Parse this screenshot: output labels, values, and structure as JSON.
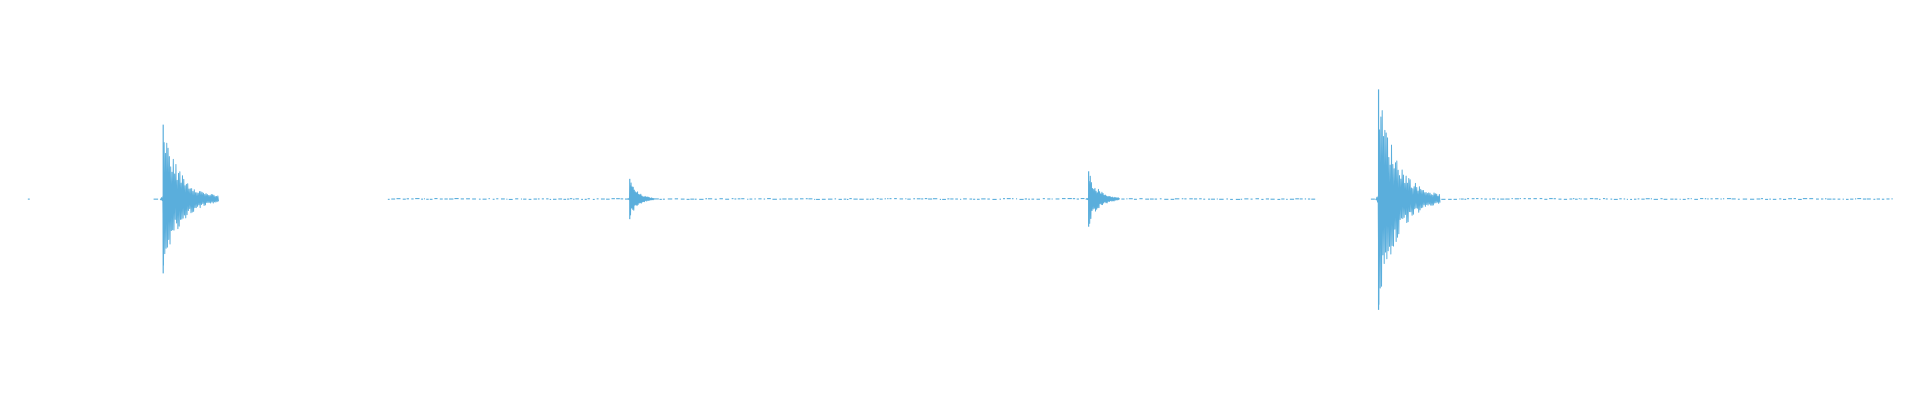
{
  "chart_data": {
    "type": "line",
    "title": "",
    "xlabel": "",
    "ylabel": "",
    "color": "#5aaedc",
    "grid": false,
    "axes_visible": false,
    "legend": "none",
    "x_range": [
      0,
      1.0
    ],
    "y_range": [
      -1.0,
      1.0
    ],
    "baseline_segments": [
      [
        0.0145,
        0.0155
      ],
      [
        0.08,
        0.109
      ],
      [
        0.202,
        0.685
      ],
      [
        0.714,
        0.986
      ]
    ],
    "segment_style": "dotted",
    "series": [
      {
        "values": [
          {
            "x": 0.085,
            "amplitude_up": 0.59,
            "amplitude_down": 0.59,
            "decay_length": 0.009
          },
          {
            "x": 0.328,
            "amplitude_up": 0.16,
            "amplitude_down": 0.16,
            "decay_length": 0.004
          },
          {
            "x": 0.567,
            "amplitude_up": 0.22,
            "amplitude_down": 0.22,
            "decay_length": 0.005
          },
          {
            "x": 0.718,
            "amplitude_up": 0.87,
            "amplitude_down": 0.88,
            "decay_length": 0.01
          }
        ]
      }
    ]
  }
}
